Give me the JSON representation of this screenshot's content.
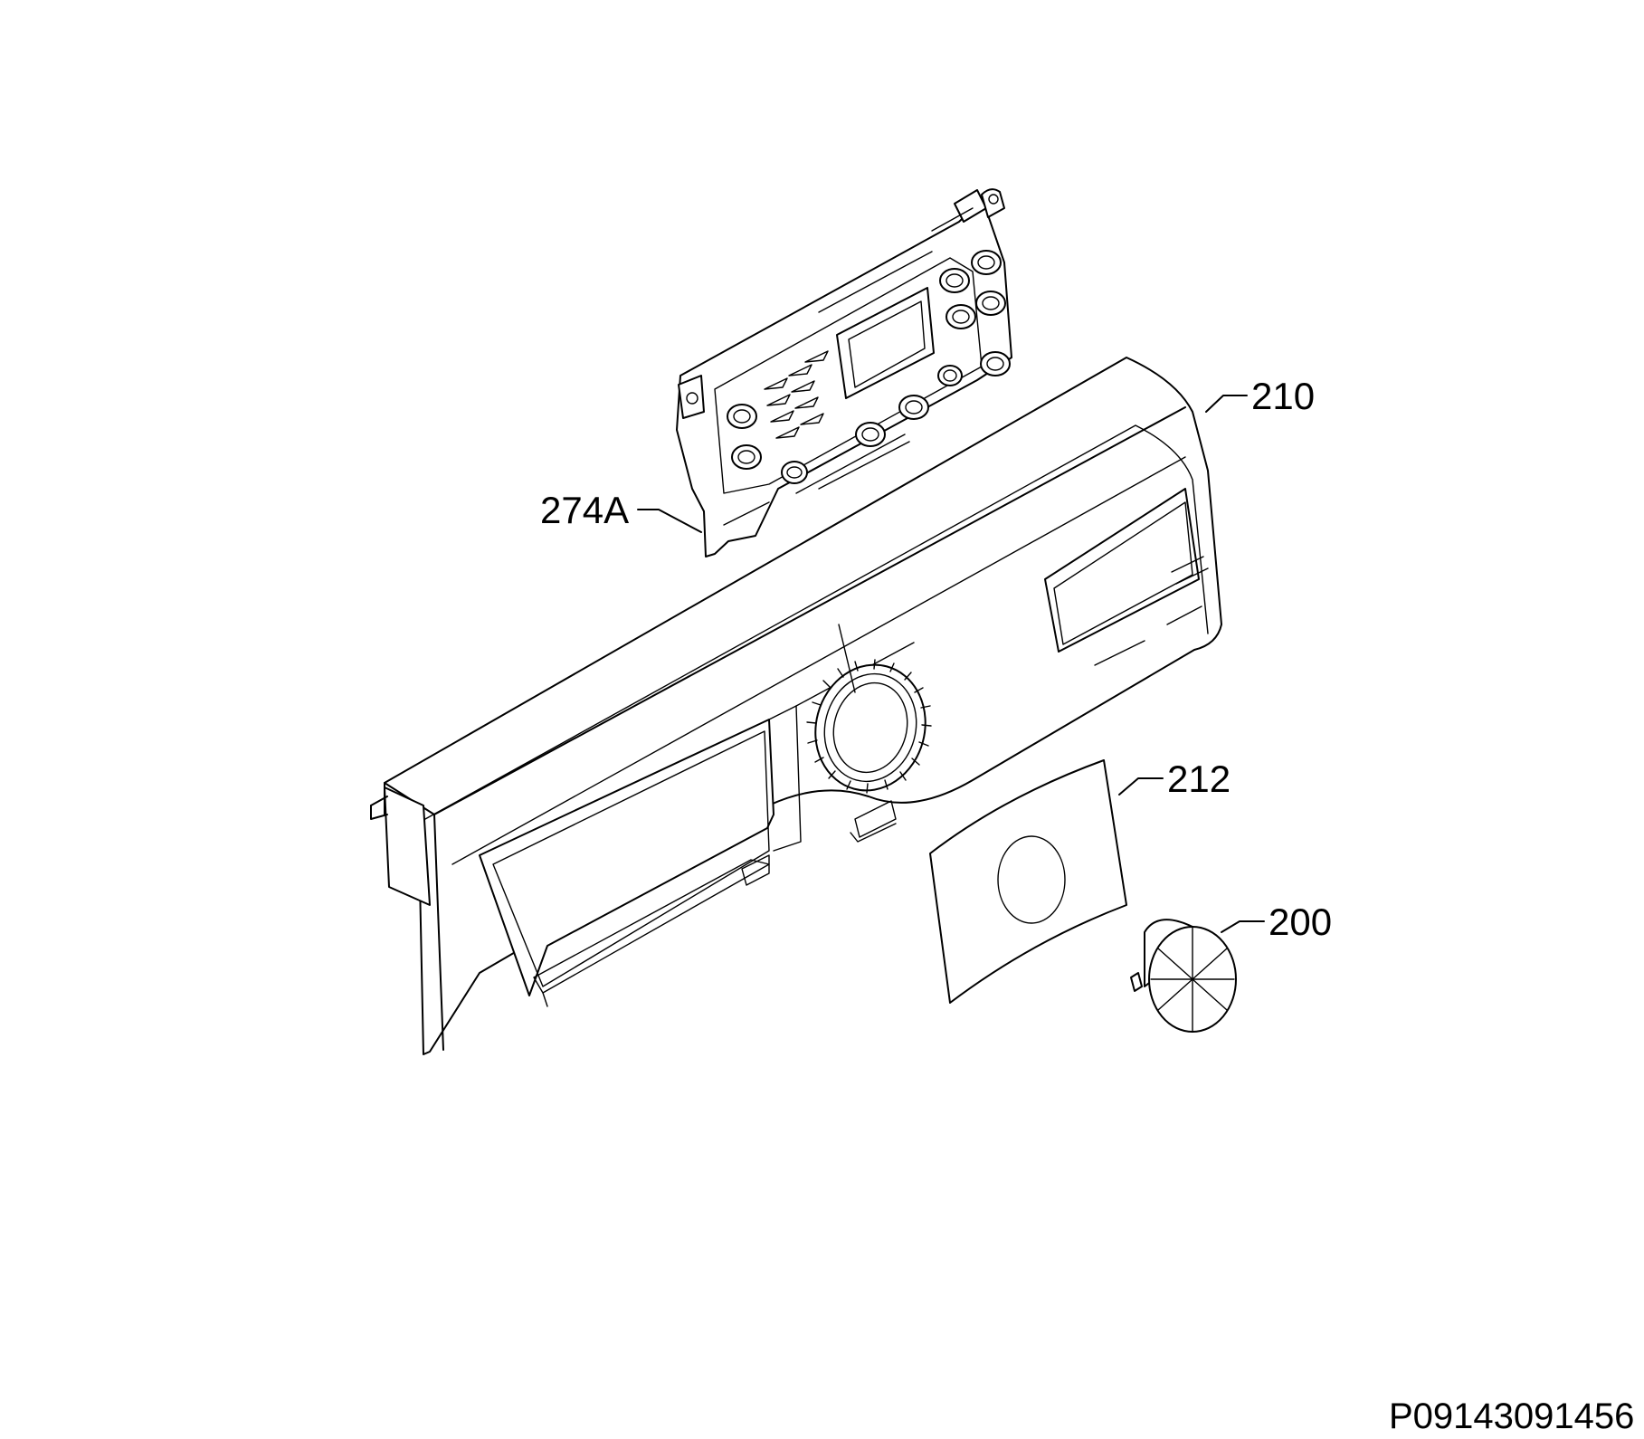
{
  "callouts": {
    "board": "274A",
    "panel": "210",
    "overlay": "212",
    "knob": "200"
  },
  "document_id": "P09143091456"
}
